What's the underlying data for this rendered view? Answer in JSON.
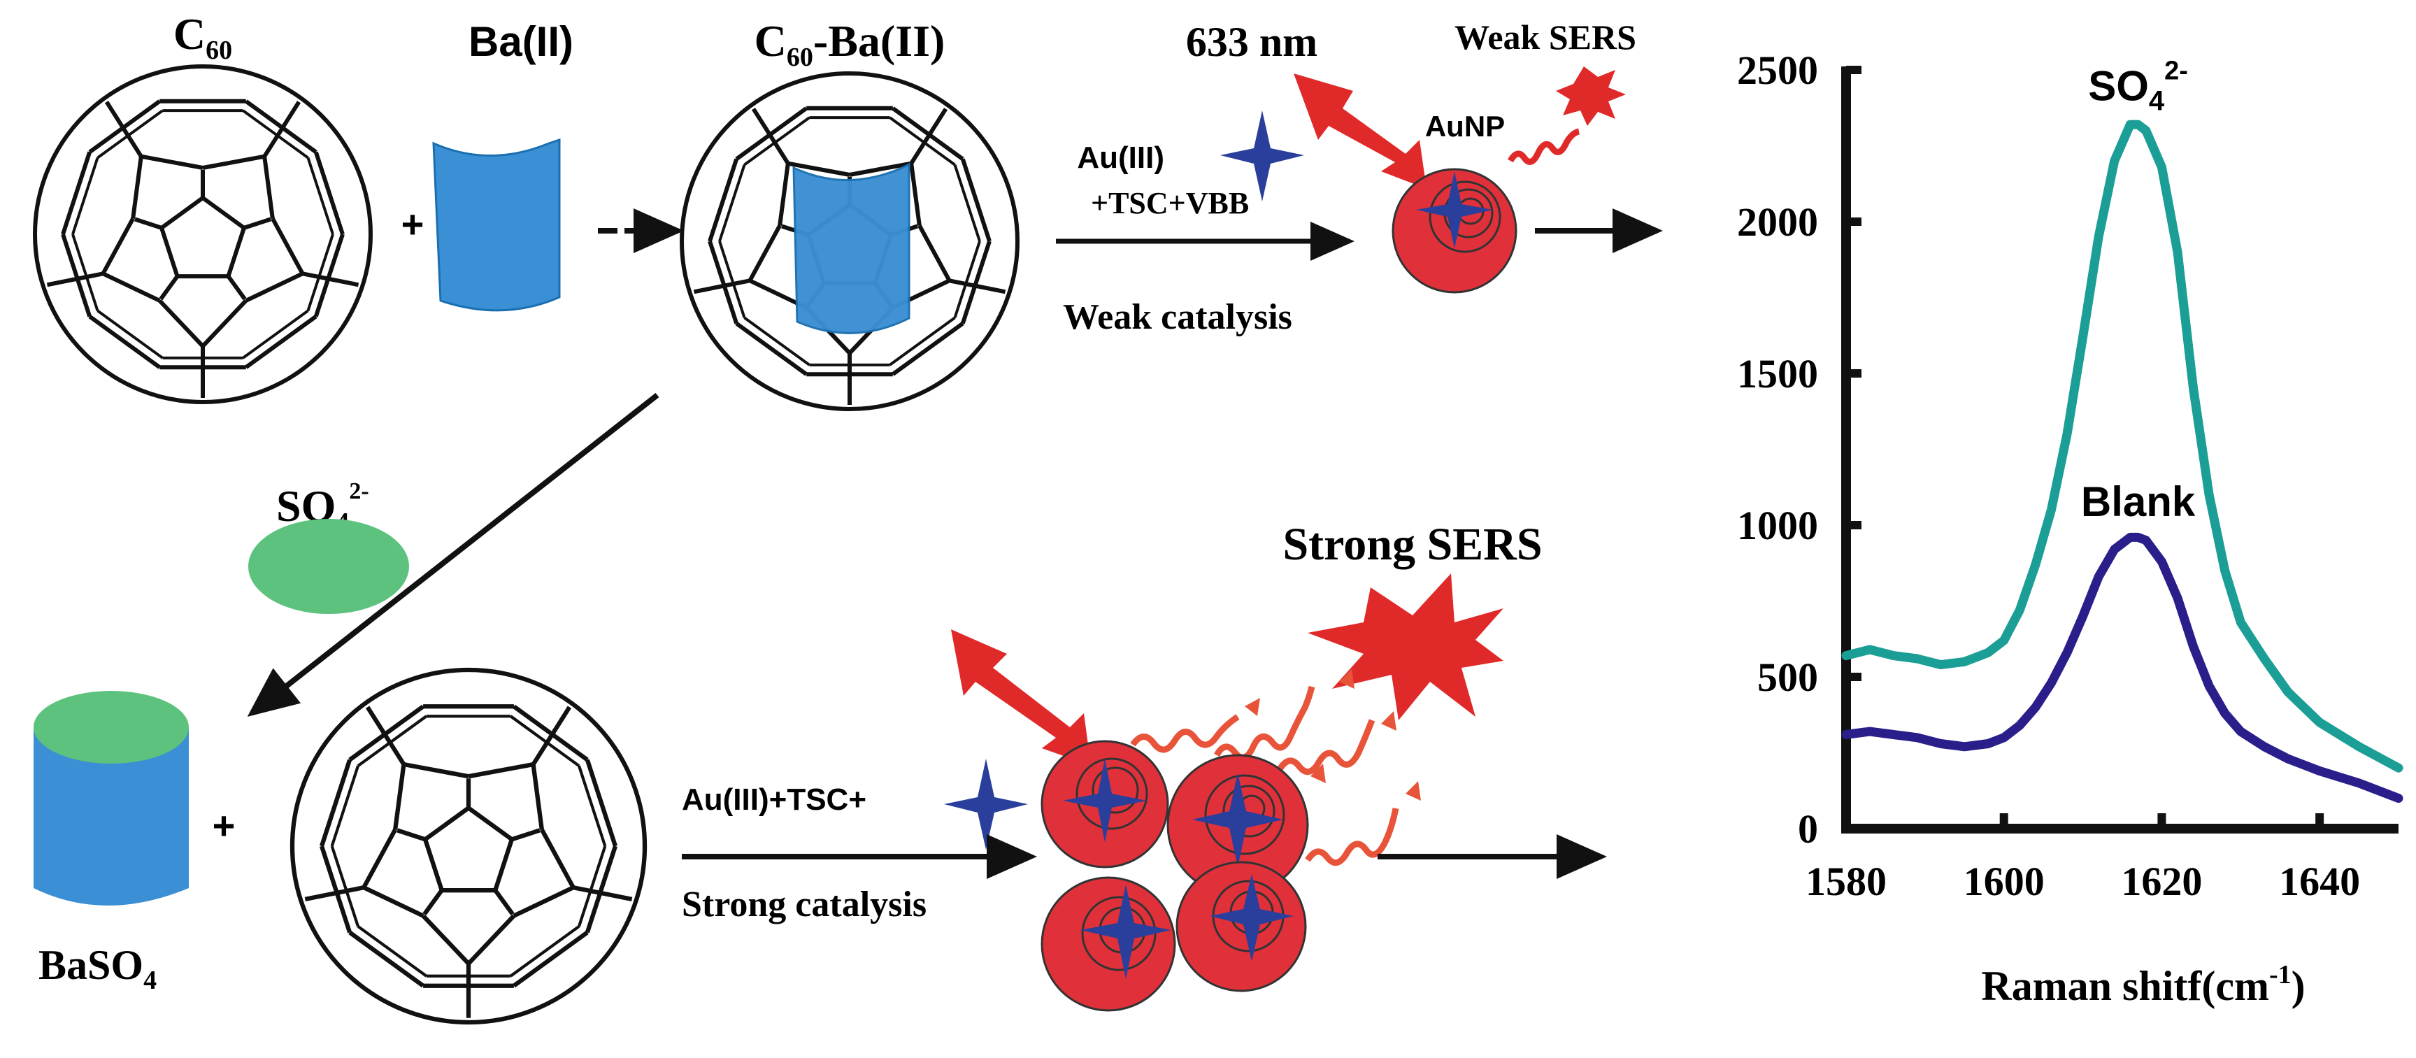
{
  "labels": {
    "c60": "C",
    "c60_sub": "60",
    "ba_ii": "Ba(II)",
    "c60_ba_c": "C",
    "c60_ba_sub": "60",
    "c60_ba_rest": "-Ba(II)",
    "wavelength": "633 nm",
    "weak_sers": "Weak SERS",
    "aunp": "AuNP",
    "au_iii": "Au(III)",
    "tsc_vbb": "+TSC+VBB",
    "weak_catalysis": "Weak catalysis",
    "so4": "SO",
    "so4_sub": "4",
    "so4_sup": "2-",
    "baso4": "BaSO",
    "baso4_sub": "4",
    "au_tsc": "Au(III)+TSC+",
    "strong_catalysis": "Strong catalysis",
    "strong_sers": "Strong SERS",
    "plus": "+"
  },
  "colors": {
    "teal": "#1a9e95",
    "navy": "#2a1f8a",
    "red": "#e02a2a",
    "blue_cup": "#3b8fd4",
    "green": "#5cc27d",
    "star": "#2a3f9c"
  },
  "chart_data": {
    "type": "line",
    "xlabel": "Raman shitf(cm",
    "xlabel_sup": "-1",
    "xlabel_close": ")",
    "xlim": [
      1580,
      1650
    ],
    "ylim": [
      0,
      2500
    ],
    "xticks": [
      1580,
      1600,
      1620,
      1640
    ],
    "yticks": [
      0,
      500,
      1000,
      1500,
      2000,
      2500
    ],
    "annotations": [
      {
        "text": "SO",
        "sub": "4",
        "sup": "2-",
        "series": "SO4",
        "x": 1617,
        "y": 2400
      },
      {
        "text": "Blank",
        "series": "Blank",
        "x": 1617,
        "y": 1030
      }
    ],
    "series": [
      {
        "name": "SO4",
        "color": "#1a9e95",
        "x": [
          1580,
          1583,
          1586,
          1589,
          1592,
          1595,
          1598,
          1600,
          1602,
          1604,
          1606,
          1608,
          1610,
          1612,
          1614,
          1616,
          1617,
          1618,
          1620,
          1622,
          1624,
          1626,
          1628,
          1630,
          1633,
          1636,
          1640,
          1645,
          1650
        ],
        "values": [
          570,
          590,
          570,
          560,
          540,
          550,
          580,
          620,
          720,
          870,
          1050,
          1300,
          1620,
          1950,
          2200,
          2320,
          2320,
          2300,
          2180,
          1900,
          1450,
          1100,
          850,
          680,
          560,
          450,
          350,
          270,
          200
        ]
      },
      {
        "name": "Blank",
        "color": "#2a1f8a",
        "x": [
          1580,
          1583,
          1586,
          1589,
          1592,
          1595,
          1598,
          1600,
          1602,
          1604,
          1606,
          1608,
          1610,
          1612,
          1614,
          1616,
          1617,
          1618,
          1620,
          1622,
          1624,
          1626,
          1628,
          1630,
          1633,
          1636,
          1640,
          1645,
          1650
        ],
        "values": [
          310,
          320,
          310,
          300,
          280,
          270,
          280,
          300,
          340,
          400,
          480,
          580,
          700,
          830,
          920,
          960,
          960,
          950,
          880,
          760,
          600,
          470,
          380,
          320,
          270,
          230,
          190,
          150,
          100
        ]
      }
    ]
  }
}
